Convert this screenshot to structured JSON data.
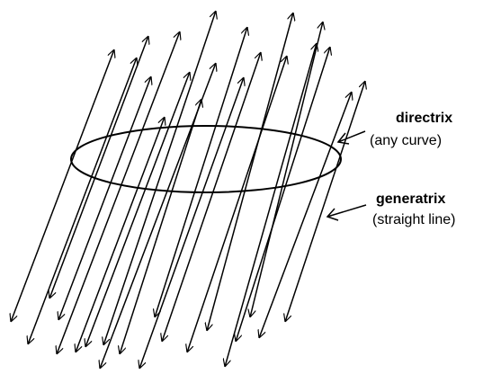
{
  "figure": {
    "stroke_color": "#000000",
    "background_color": "#ffffff",
    "directrix_shape": "ellipse",
    "generatrix_style": "double-headed arrows",
    "arrow_count": 20
  },
  "labels": {
    "directrix": {
      "name": "directrix",
      "description": "(any curve)"
    },
    "generatrix": {
      "name": "generatrix",
      "description": "(straight line)"
    }
  }
}
